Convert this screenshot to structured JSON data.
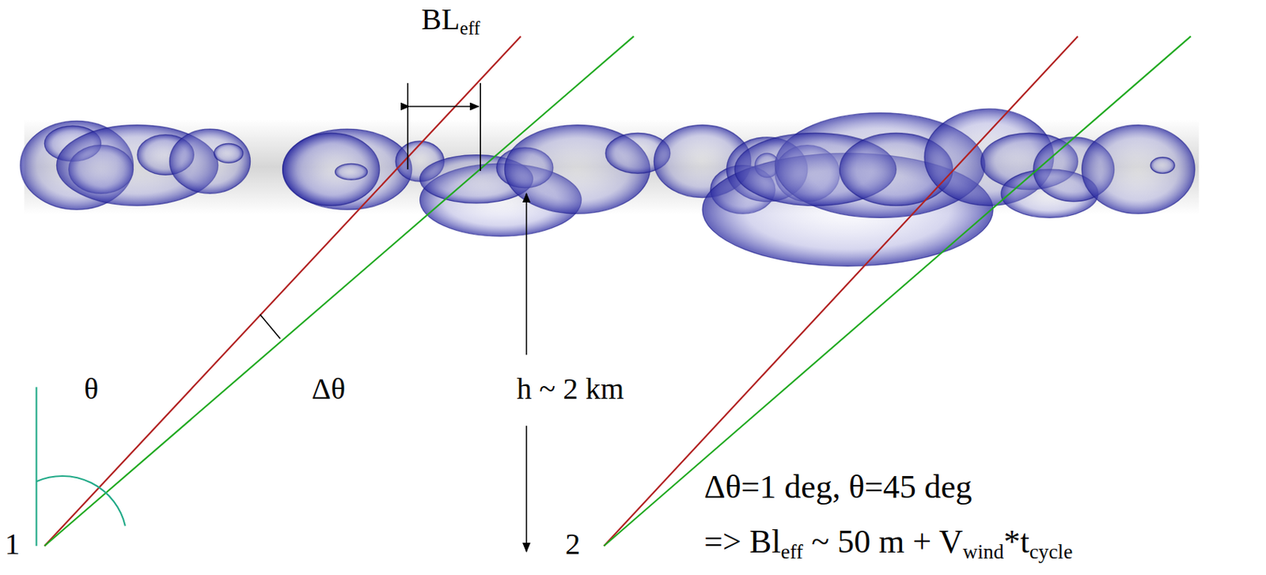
{
  "diagram": {
    "labels": [
      "BL",
      "eff",
      "θ",
      "Δθ",
      "h ~ 2 km",
      "1",
      "2",
      "Δθ=1 deg, θ=45 deg",
      "=> Bl",
      "eff",
      "~ 50 m + V",
      "wind",
      "*t",
      "cycle"
    ]
  }
}
